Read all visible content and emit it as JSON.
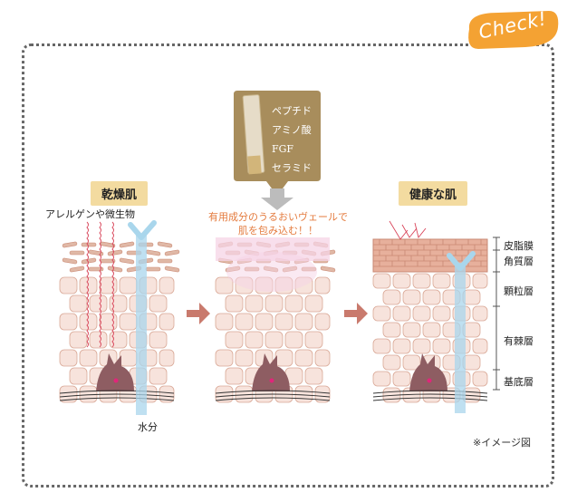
{
  "badge": {
    "text": "Check!",
    "color": "#f4a233"
  },
  "product": {
    "ingredients": [
      "ペプチド",
      "アミノ酸",
      "FGF",
      "セラミド"
    ],
    "callout_color": "#a88d5c"
  },
  "left": {
    "title": "乾燥肌",
    "allergen_label": "アレルゲンや微生物",
    "water_label": "水分"
  },
  "middle": {
    "caption_line1": "有用成分のうるおいヴェールで",
    "caption_line2": "肌を包み込む！！"
  },
  "right": {
    "title": "健康な肌"
  },
  "layers": [
    "皮脂膜",
    "角質層",
    "顆粒層",
    "有棘層",
    "基底層"
  ],
  "note": "※イメージ図",
  "colors": {
    "cell_fill": "#f7e3dc",
    "cell_stroke": "#d9a896",
    "horny": "#e0b8a6",
    "arrow": "#c97a6d",
    "water": "#a9d6ec",
    "label_bg": "#f3dba0",
    "mist": "#f6d4e6",
    "basal": "#8e5d62"
  }
}
